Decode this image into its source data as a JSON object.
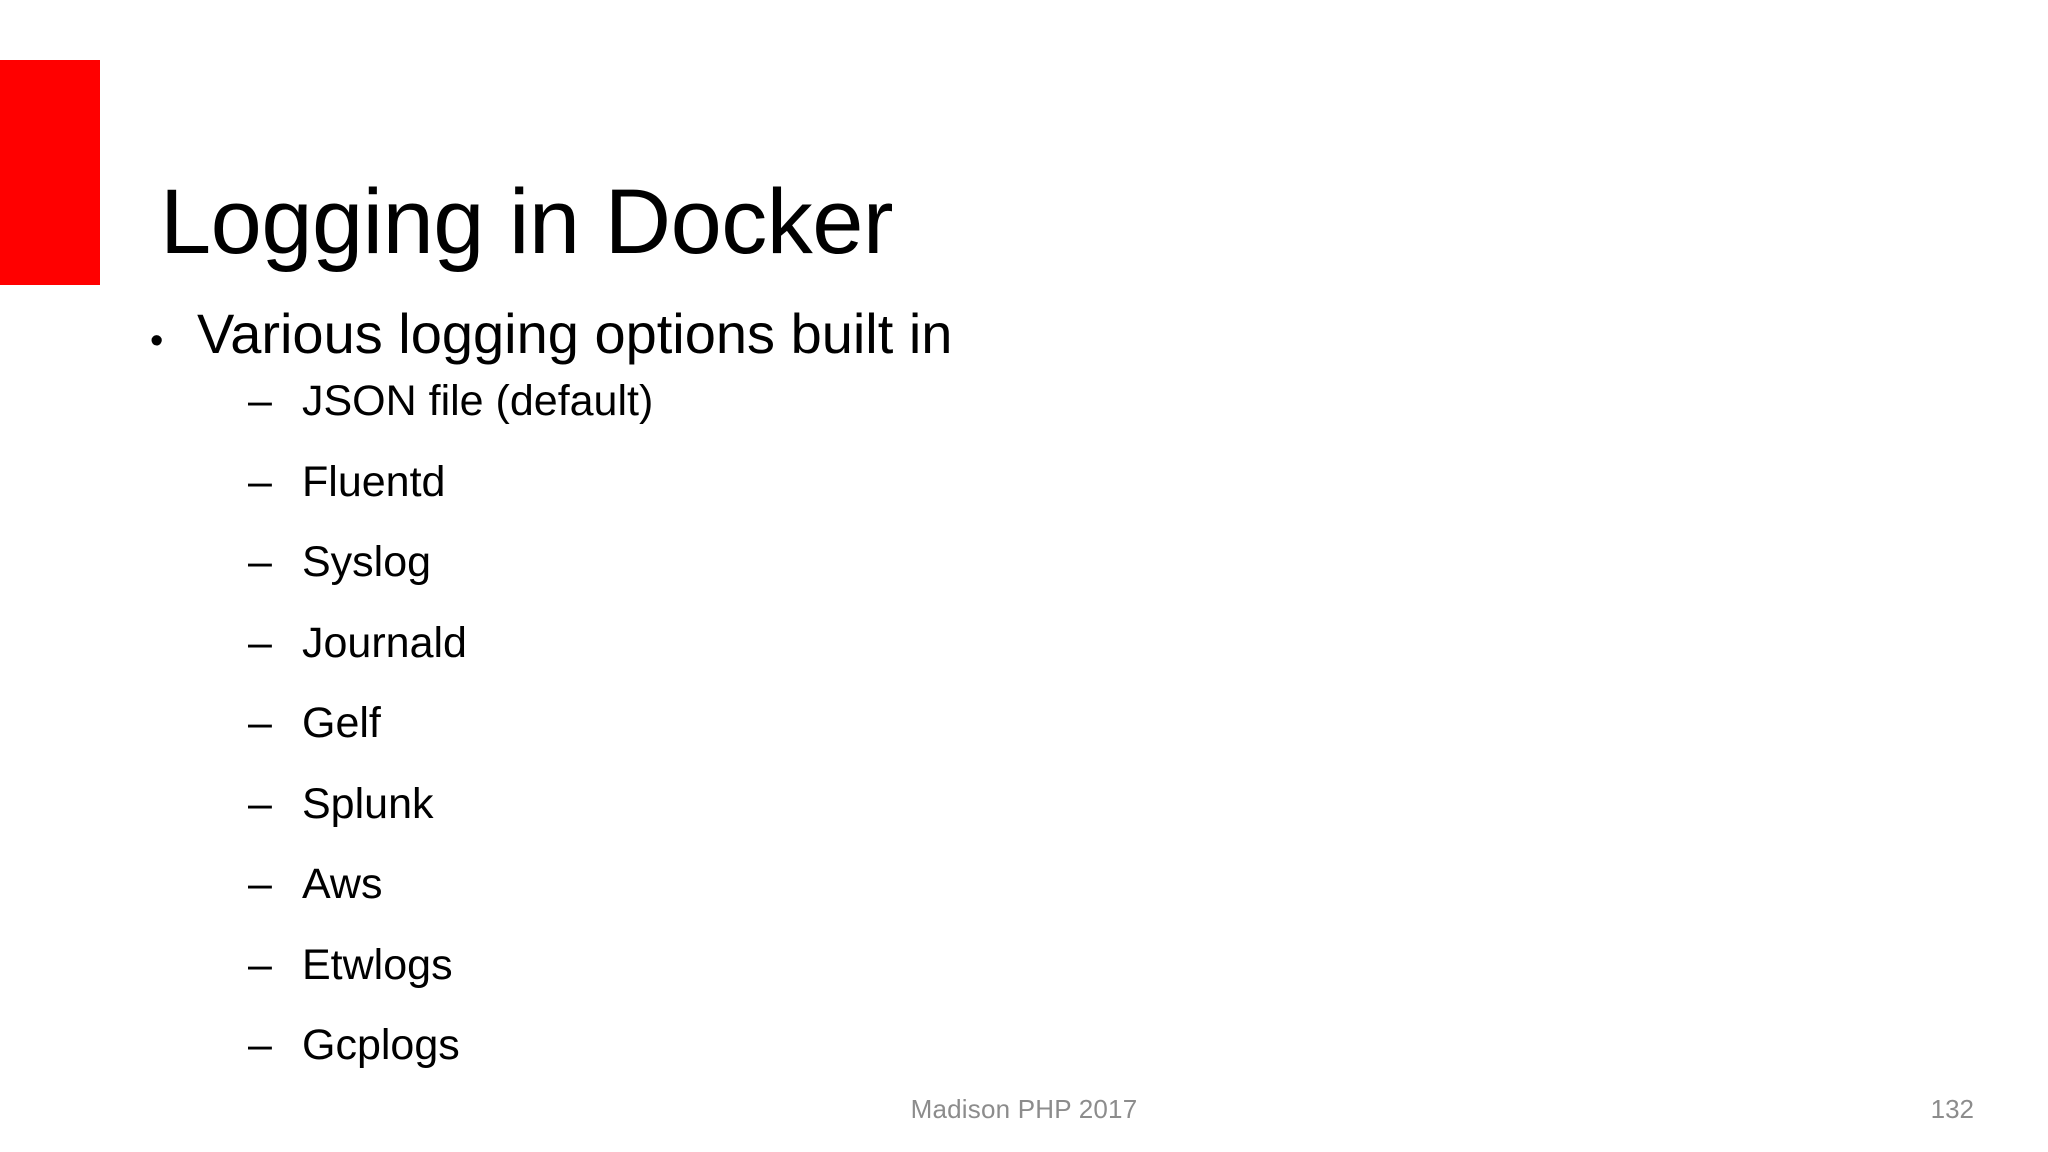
{
  "slide": {
    "title": "Logging in Docker",
    "accent_color": "#ff0000",
    "background_color": "#ffffff",
    "text_color": "#000000",
    "footer_color": "#8c8c8c"
  },
  "body": {
    "bullets": [
      {
        "marker": "•",
        "label": "Various logging options built in",
        "level": 1
      }
    ],
    "sub_marker": "–",
    "sub_bullets": [
      {
        "label": "JSON file (default)"
      },
      {
        "label": "Fluentd"
      },
      {
        "label": "Syslog"
      },
      {
        "label": "Journald"
      },
      {
        "label": "Gelf"
      },
      {
        "label": "Splunk"
      },
      {
        "label": "Aws"
      },
      {
        "label": "Etwlogs"
      },
      {
        "label": "Gcplogs"
      }
    ]
  },
  "footer": {
    "center_text": "Madison PHP 2017",
    "page_number": "132"
  }
}
